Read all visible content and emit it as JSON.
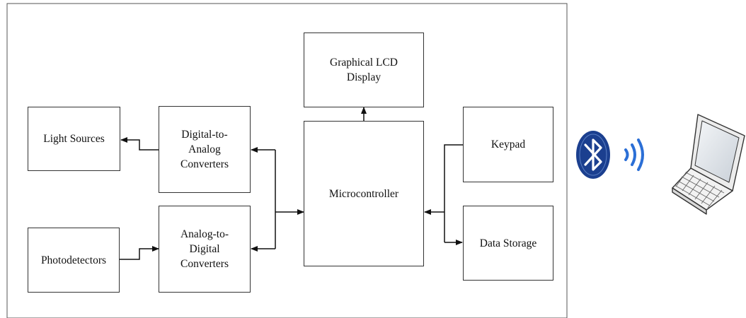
{
  "diagram": {
    "blocks": {
      "light_sources": "Light Sources",
      "dac": "Digital-to-\nAnalog\nConverters",
      "photodetectors": "Photodetectors",
      "adc": "Analog-to-\nDigital\nConverters",
      "lcd": "Graphical LCD\nDisplay",
      "microcontroller": "Microcontroller",
      "keypad": "Keypad",
      "data_storage": "Data Storage"
    },
    "icons": {
      "bluetooth": "bluetooth-icon",
      "wireless": "wireless-signal-icon",
      "laptop": "laptop-icon"
    },
    "colors": {
      "bluetooth_blue": "#1b3f8f",
      "signal_blue": "#2b6fd6",
      "line": "#111111"
    }
  }
}
